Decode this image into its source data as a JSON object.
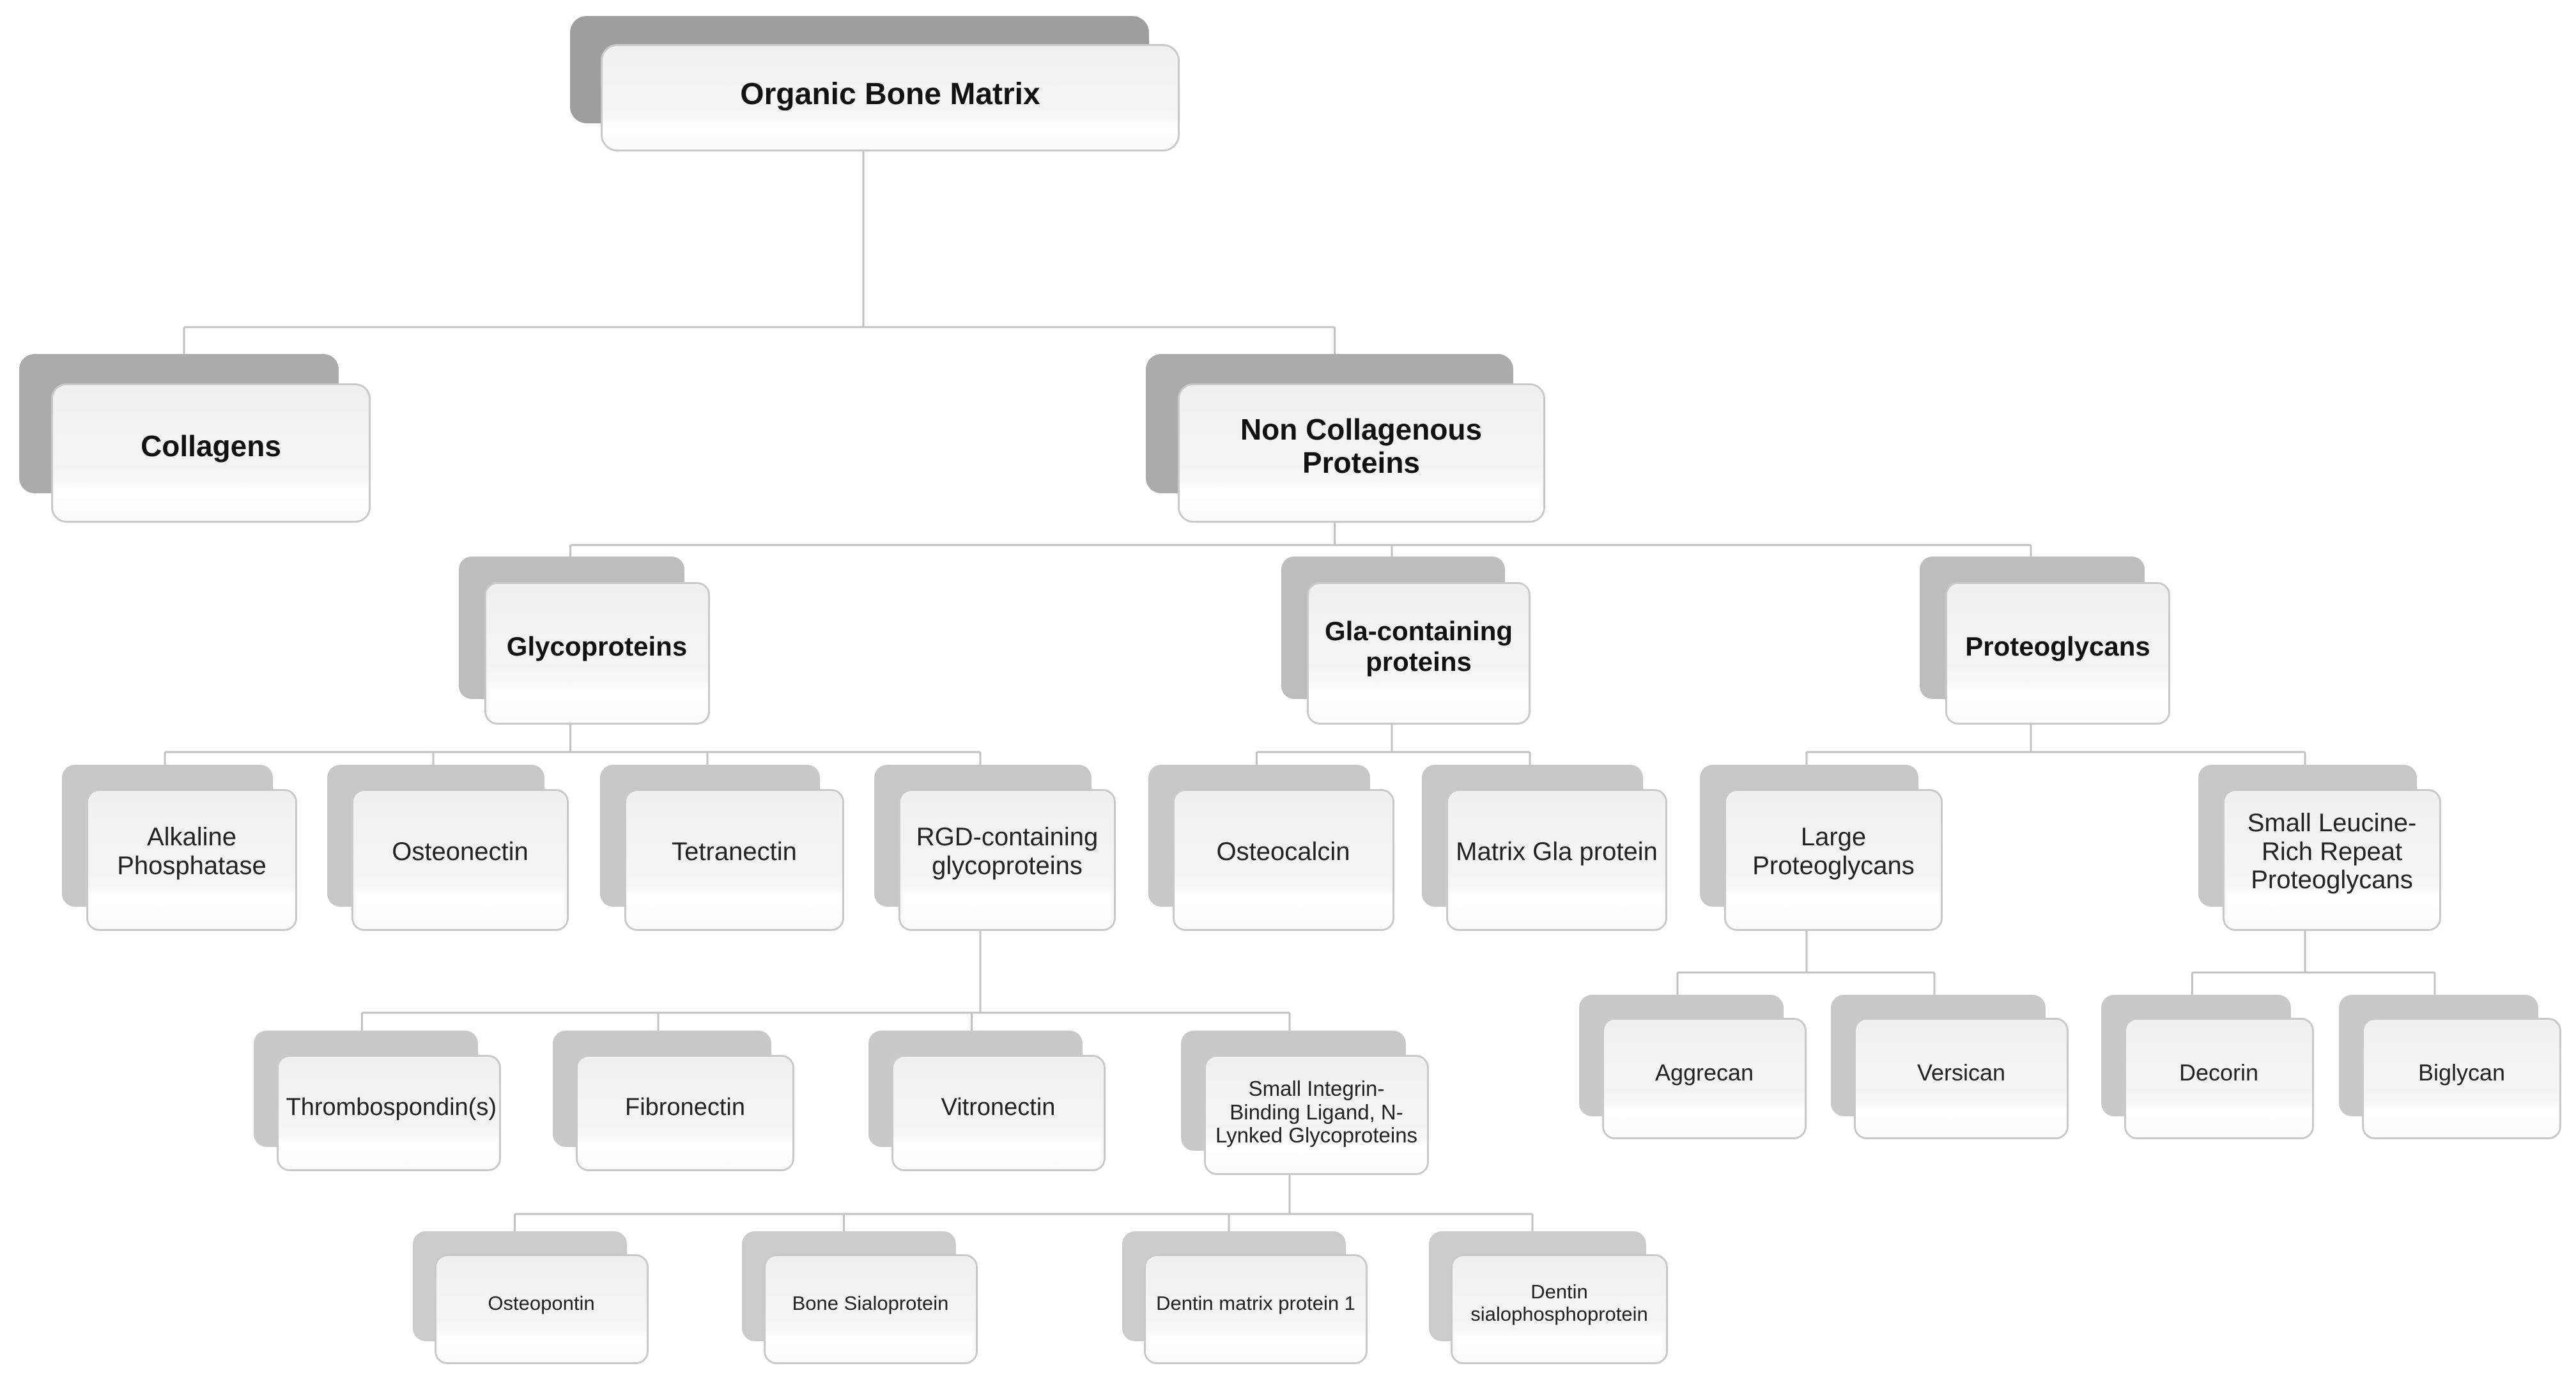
{
  "diagram": {
    "type": "hierarchy-tree",
    "title": "Organic Bone Matrix",
    "palette": {
      "canvas_bg": "#ffffff",
      "card_fill_top": "#f0f0f0",
      "card_fill_bottom": "#fcfcfc",
      "card_border": "#c9c9c9",
      "connector_line": "#c2c2c2",
      "shadow_level1": "#9e9e9e",
      "shadow_level2": "#ababab",
      "shadow_level3": "#bdbdbd",
      "shadow_deep": "#c7c7c7",
      "text": "#222222"
    }
  },
  "nodes": [
    {
      "id": "root",
      "label": "Organic Bone Matrix",
      "parent": null
    },
    {
      "id": "collagens",
      "label": "Collagens",
      "parent": "root"
    },
    {
      "id": "non-collagenous-proteins",
      "label": "Non Collagenous Proteins",
      "parent": "root"
    },
    {
      "id": "glycoproteins",
      "label": "Glycoproteins",
      "parent": "non-collagenous-proteins"
    },
    {
      "id": "gla-containing-proteins",
      "label": "Gla-containing proteins",
      "parent": "non-collagenous-proteins"
    },
    {
      "id": "proteoglycans",
      "label": "Proteoglycans",
      "parent": "non-collagenous-proteins"
    },
    {
      "id": "alkaline-phosphatase",
      "label": "Alkaline Phosphatase",
      "parent": "glycoproteins"
    },
    {
      "id": "osteonectin",
      "label": "Osteonectin",
      "parent": "glycoproteins"
    },
    {
      "id": "tetranectin",
      "label": "Tetranectin",
      "parent": "glycoproteins"
    },
    {
      "id": "rgd-containing-glycoproteins",
      "label": "RGD-containing glycoproteins",
      "parent": "glycoproteins"
    },
    {
      "id": "osteocalcin",
      "label": "Osteocalcin",
      "parent": "gla-containing-proteins"
    },
    {
      "id": "matrix-gla-protein",
      "label": "Matrix Gla protein",
      "parent": "gla-containing-proteins"
    },
    {
      "id": "large-proteoglycans",
      "label": "Large Proteoglycans",
      "parent": "proteoglycans"
    },
    {
      "id": "small-leucine-rich-repeat-proteoglycans",
      "label": "Small Leucine-Rich Repeat Proteoglycans",
      "parent": "proteoglycans"
    },
    {
      "id": "thrombospondins",
      "label": "Thrombospondin(s)",
      "parent": "rgd-containing-glycoproteins"
    },
    {
      "id": "fibronectin",
      "label": "Fibronectin",
      "parent": "rgd-containing-glycoproteins"
    },
    {
      "id": "vitronectin",
      "label": "Vitronectin",
      "parent": "rgd-containing-glycoproteins"
    },
    {
      "id": "sibling-glycoproteins",
      "label": "Small Integrin-Binding Ligand, N-Lynked Glycoproteins",
      "parent": "rgd-containing-glycoproteins"
    },
    {
      "id": "aggrecan",
      "label": "Aggrecan",
      "parent": "large-proteoglycans"
    },
    {
      "id": "versican",
      "label": "Versican",
      "parent": "large-proteoglycans"
    },
    {
      "id": "decorin",
      "label": "Decorin",
      "parent": "small-leucine-rich-repeat-proteoglycans"
    },
    {
      "id": "biglycan",
      "label": "Biglycan",
      "parent": "small-leucine-rich-repeat-proteoglycans"
    },
    {
      "id": "osteopontin",
      "label": "Osteopontin",
      "parent": "sibling-glycoproteins"
    },
    {
      "id": "bone-sialoprotein",
      "label": "Bone Sialoprotein",
      "parent": "sibling-glycoproteins"
    },
    {
      "id": "dentin-matrix-protein-1",
      "label": "Dentin matrix protein 1",
      "parent": "sibling-glycoproteins"
    },
    {
      "id": "dentin-sialophosphoprotein",
      "label": "Dentin sialophosphoprotein",
      "parent": "sibling-glycoproteins"
    }
  ]
}
